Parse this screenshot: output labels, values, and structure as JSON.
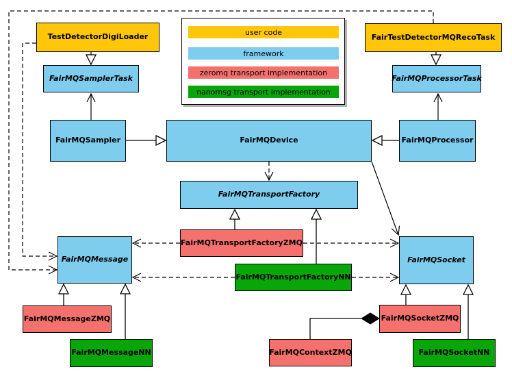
{
  "colors": {
    "user_code": "#FFC60A",
    "framework": "#7ECDEE",
    "zeromq": "#F5716E",
    "nanomsg": "#09A609",
    "border": "#000000",
    "background": "#FFFFFF",
    "legend_shadow": "#B3B3B3"
  },
  "legend": {
    "items": [
      {
        "label": "user code",
        "category": "user_code"
      },
      {
        "label": "framework",
        "category": "framework"
      },
      {
        "label": "zeromq transport implementation",
        "category": "zeromq"
      },
      {
        "label": "nanomsg transport implementation",
        "category": "nanomsg"
      }
    ]
  },
  "nodes": {
    "testDetectorDigiLoader": {
      "label": "TestDetectorDigiLoader",
      "category": "user_code",
      "abstract": false
    },
    "fairTestDetectorMQRecoTask": {
      "label": "FairTestDetectorMQRecoTask",
      "category": "user_code",
      "abstract": false
    },
    "fairMQSamplerTask": {
      "label": "FairMQSamplerTask",
      "category": "framework",
      "abstract": true
    },
    "fairMQProcessorTask": {
      "label": "FairMQProcessorTask",
      "category": "framework",
      "abstract": true
    },
    "fairMQSampler": {
      "label": "FairMQSampler",
      "category": "framework",
      "abstract": false
    },
    "fairMQDevice": {
      "label": "FairMQDevice",
      "category": "framework",
      "abstract": false
    },
    "fairMQProcessor": {
      "label": "FairMQProcessor",
      "category": "framework",
      "abstract": false
    },
    "fairMQTransportFactory": {
      "label": "FairMQTransportFactory",
      "category": "framework",
      "abstract": true
    },
    "fairMQTransportFactoryZMQ": {
      "label": "FairMQTransportFactoryZMQ",
      "category": "zeromq",
      "abstract": false
    },
    "fairMQTransportFactoryNN": {
      "label": "FairMQTransportFactoryNN",
      "category": "nanomsg",
      "abstract": false
    },
    "fairMQMessage": {
      "label": "FairMQMessage",
      "category": "framework",
      "abstract": true
    },
    "fairMQSocket": {
      "label": "FairMQSocket",
      "category": "framework",
      "abstract": true
    },
    "fairMQMessageZMQ": {
      "label": "FairMQMessageZMQ",
      "category": "zeromq",
      "abstract": false
    },
    "fairMQMessageNN": {
      "label": "FairMQMessageNN",
      "category": "nanomsg",
      "abstract": false
    },
    "fairMQContextZMQ": {
      "label": "FairMQContextZMQ",
      "category": "zeromq",
      "abstract": false
    },
    "fairMQSocketZMQ": {
      "label": "FairMQSocketZMQ",
      "category": "zeromq",
      "abstract": false
    },
    "fairMQSocketNN": {
      "label": "FairMQSocketNN",
      "category": "nanomsg",
      "abstract": false
    }
  },
  "edges": [
    {
      "from": "TestDetectorDigiLoader",
      "to": "FairMQSamplerTask",
      "type": "inheritance"
    },
    {
      "from": "FairTestDetectorMQRecoTask",
      "to": "FairMQProcessorTask",
      "type": "inheritance"
    },
    {
      "from": "FairMQSampler",
      "to": "FairMQDevice",
      "type": "inheritance"
    },
    {
      "from": "FairMQProcessor",
      "to": "FairMQDevice",
      "type": "inheritance"
    },
    {
      "from": "FairMQTransportFactoryZMQ",
      "to": "FairMQTransportFactory",
      "type": "inheritance"
    },
    {
      "from": "FairMQTransportFactoryNN",
      "to": "FairMQTransportFactory",
      "type": "inheritance"
    },
    {
      "from": "FairMQMessageZMQ",
      "to": "FairMQMessage",
      "type": "inheritance"
    },
    {
      "from": "FairMQMessageNN",
      "to": "FairMQMessage",
      "type": "inheritance"
    },
    {
      "from": "FairMQSocketZMQ",
      "to": "FairMQSocket",
      "type": "inheritance"
    },
    {
      "from": "FairMQSocketNN",
      "to": "FairMQSocket",
      "type": "inheritance"
    },
    {
      "from": "FairMQSampler",
      "to": "FairMQSamplerTask",
      "type": "association"
    },
    {
      "from": "FairMQProcessor",
      "to": "FairMQProcessorTask",
      "type": "association"
    },
    {
      "from": "FairMQDevice",
      "to": "FairMQSocket",
      "type": "association"
    },
    {
      "from": "FairMQDevice",
      "to": "FairMQTransportFactory",
      "type": "dependency"
    },
    {
      "from": "TestDetectorDigiLoader",
      "to": "FairMQMessage",
      "type": "dependency"
    },
    {
      "from": "FairTestDetectorMQRecoTask",
      "to": "FairMQMessage",
      "type": "dependency"
    },
    {
      "from": "FairMQTransportFactoryZMQ",
      "to": "FairMQMessage",
      "type": "dependency"
    },
    {
      "from": "FairMQTransportFactoryZMQ",
      "to": "FairMQSocket",
      "type": "dependency"
    },
    {
      "from": "FairMQTransportFactoryNN",
      "to": "FairMQMessage",
      "type": "dependency"
    },
    {
      "from": "FairMQTransportFactoryNN",
      "to": "FairMQSocket",
      "type": "dependency"
    },
    {
      "from": "FairMQSocketZMQ",
      "to": "FairMQContextZMQ",
      "type": "composition"
    }
  ]
}
